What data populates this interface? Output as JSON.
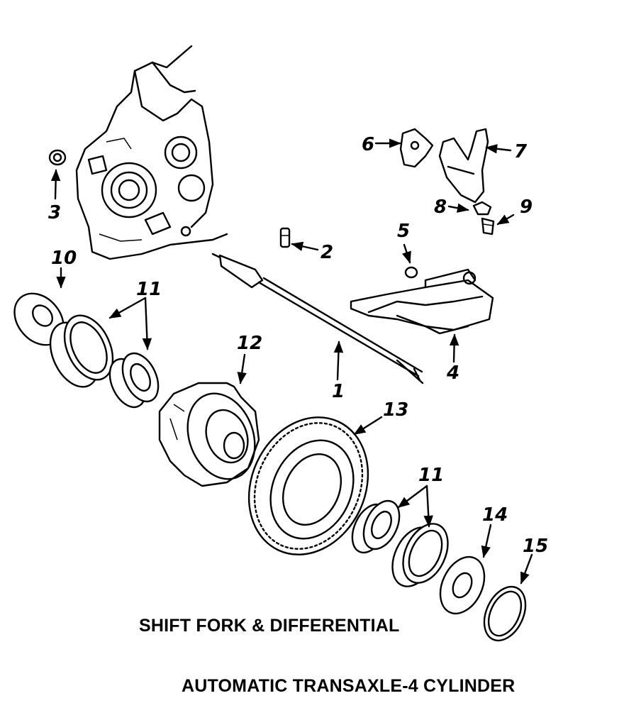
{
  "diagram": {
    "title": "SHIFT FORK & DIFFERENTIAL",
    "subtitle": "AUTOMATIC TRANSAXLE-4 CYLINDER",
    "callouts": [
      {
        "id": "1",
        "label": "1"
      },
      {
        "id": "2",
        "label": "2"
      },
      {
        "id": "3",
        "label": "3"
      },
      {
        "id": "4",
        "label": "4"
      },
      {
        "id": "5",
        "label": "5"
      },
      {
        "id": "6",
        "label": "6"
      },
      {
        "id": "7",
        "label": "7"
      },
      {
        "id": "8",
        "label": "8"
      },
      {
        "id": "9",
        "label": "9"
      },
      {
        "id": "10",
        "label": "10"
      },
      {
        "id": "11a",
        "label": "11"
      },
      {
        "id": "12",
        "label": "12"
      },
      {
        "id": "13",
        "label": "13"
      },
      {
        "id": "11b",
        "label": "11"
      },
      {
        "id": "14",
        "label": "14"
      },
      {
        "id": "15",
        "label": "15"
      }
    ]
  }
}
